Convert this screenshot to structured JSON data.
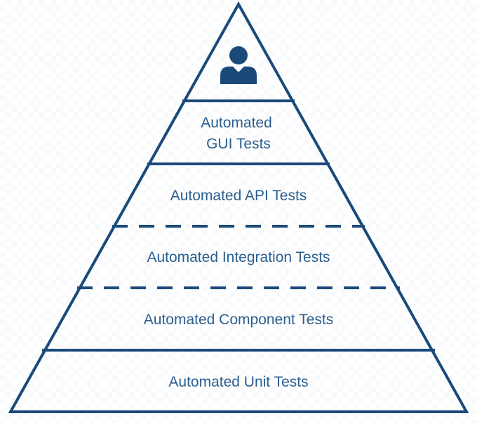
{
  "diagram": {
    "apex": {
      "icon": "person-icon"
    },
    "tiers": [
      {
        "lines": [
          "Automated",
          "GUI Tests"
        ]
      },
      {
        "lines": [
          "Automated API Tests"
        ]
      },
      {
        "lines": [
          "Automated Integration Tests"
        ]
      },
      {
        "lines": [
          "Automated Component Tests"
        ]
      },
      {
        "lines": [
          "Automated Unit Tests"
        ]
      }
    ],
    "colors": {
      "stroke": "#1b4a7a",
      "text": "#2b5f8f",
      "icon": "#1b4a7a"
    }
  }
}
